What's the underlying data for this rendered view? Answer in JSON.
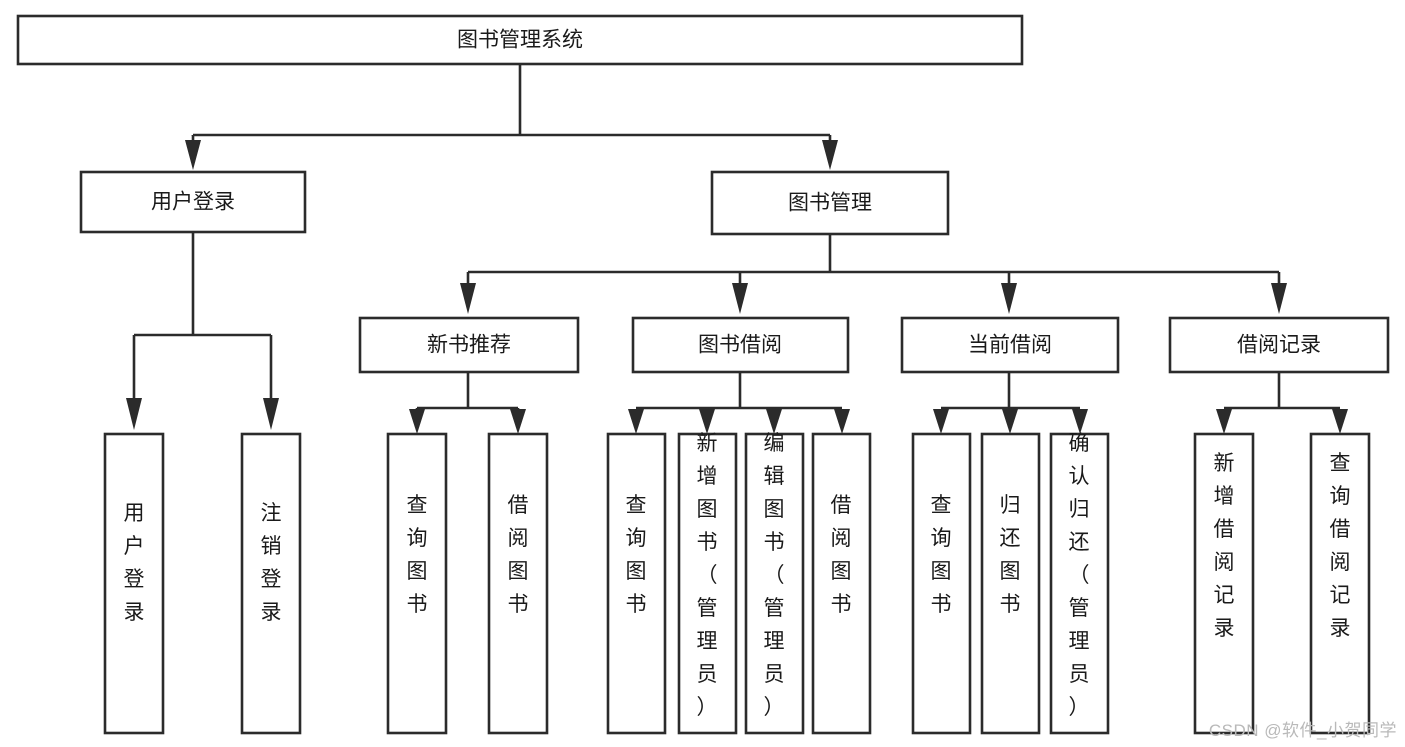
{
  "diagram": {
    "type": "tree",
    "title": "图书管理系统",
    "watermark": "CSDN @软件_小贺同学",
    "colors": {
      "stroke": "#2b2b2b",
      "fill": "#ffffff",
      "text": "#1a1a1a",
      "watermark": "#b9b9b9"
    },
    "root": {
      "label": "图书管理系统"
    },
    "level2": [
      {
        "label": "用户登录"
      },
      {
        "label": "图书管理"
      }
    ],
    "level3": [
      {
        "label": "新书推荐"
      },
      {
        "label": "图书借阅"
      },
      {
        "label": "当前借阅"
      },
      {
        "label": "借阅记录"
      }
    ],
    "leaves": {
      "user_login": [
        {
          "label": "用户登录"
        },
        {
          "label": "注销登录"
        }
      ],
      "new_book_recommend": [
        {
          "label": "查询图书"
        },
        {
          "label": "借阅图书"
        }
      ],
      "book_borrow": [
        {
          "label": "查询图书"
        },
        {
          "label": "新增图书（管理员）"
        },
        {
          "label": "编辑图书（管理员）"
        },
        {
          "label": "借阅图书"
        }
      ],
      "current_borrow": [
        {
          "label": "查询图书"
        },
        {
          "label": "归还图书"
        },
        {
          "label": "确认归还（管理员）"
        }
      ],
      "borrow_record": [
        {
          "label": "新增借阅记录"
        },
        {
          "label": "查询借阅记录"
        }
      ]
    }
  }
}
